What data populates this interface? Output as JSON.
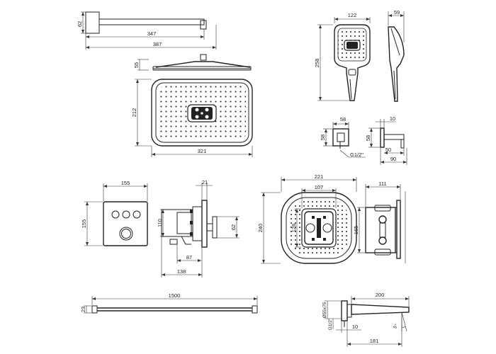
{
  "drawing": {
    "labels": {
      "arm_height": "62",
      "arm_length_inner": "347",
      "arm_length_outer": "387",
      "head_thickness": "55",
      "head_depth": "212",
      "head_width": "321",
      "hand_width": "122",
      "hand_length": "258",
      "hand_depth": "59",
      "outlet_w": "58",
      "outlet_h": "58",
      "outlet_thread": "G1/2\"",
      "holder_depth": "10",
      "holder_w": "58",
      "holder_h": "50",
      "holder_len": "90",
      "valve_w": "155",
      "valve_h": "155",
      "body_top": "21",
      "body_h": "110",
      "body_62": "62",
      "body_87": "87",
      "body_138": "138",
      "box_w": "221",
      "box_inner_w": "107",
      "box_h": "240",
      "box_inner_h": "126",
      "side_w": "111",
      "side_h": "165",
      "hose_len": "1500",
      "hose_d": "23",
      "spout_len": "200",
      "spout_inlet": "Ø55x75",
      "spout_thread": "G1/2\"",
      "spout_10": "10",
      "spout_181": "181",
      "spout_angle": "5°"
    }
  }
}
